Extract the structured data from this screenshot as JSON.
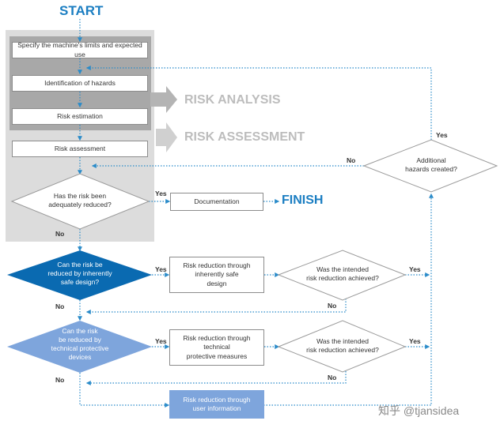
{
  "start": "START",
  "finish": "FINISH",
  "steps": {
    "limits": "Specify the machine's limits and expected use",
    "hazards": "Identification of hazards",
    "estimation": "Risk estimation",
    "assessment": "Risk assessment",
    "documentation": "Documentation",
    "inherent_box": [
      "Risk reduction through",
      "inherently safe",
      "design"
    ],
    "protective_box": [
      "Risk reduction through",
      "technical",
      "protective measures"
    ],
    "user_info_box": [
      "Risk reduction through",
      "user information"
    ]
  },
  "phases": {
    "analysis": "RISK ANALYSIS",
    "assessment": "RISK ASSESSMENT"
  },
  "decisions": {
    "adequate": [
      "Has the risk been",
      "adequately reduced?"
    ],
    "inherent": [
      "Can the risk be",
      "reduced by inherently",
      "safe design?"
    ],
    "protective": [
      "Can the risk",
      "be reduced by",
      "technical protective",
      "devices"
    ],
    "achieved_1": [
      "Was the intended",
      "risk reduction achieved?"
    ],
    "achieved_2": [
      "Was the intended",
      "risk reduction achieved?"
    ],
    "additional": [
      "Additional",
      "hazards created?"
    ]
  },
  "answers": {
    "yes": "Yes",
    "no": "No"
  },
  "watermark": "知乎 @tjansidea",
  "colors": {
    "accent_blue": "#1b7ec2",
    "dark_blue_diamond": "#0a6ab1",
    "light_blue_diamond": "#7ea5dc",
    "connector": "#2a8bc9",
    "phase_text": "#bdbdbd",
    "phase_arrow": "#c8c8c8"
  }
}
